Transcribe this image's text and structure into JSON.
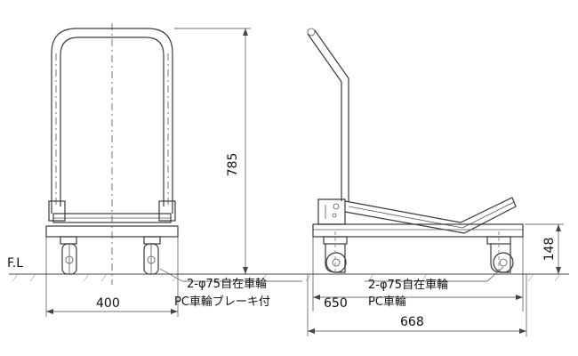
{
  "views": {
    "front": {
      "width_label": "400",
      "height_label": "785",
      "caster_note": "PC車輪ブレーキ付",
      "floor_label": "F.L"
    },
    "side": {
      "length_label": "668",
      "inner_length_label": "650",
      "deck_height_label": "148",
      "caster_spec_front": "2-φ75自在車輪",
      "caster_spec_rear": "2-φ75自在車輪",
      "wheel_note": "PC車輪"
    }
  }
}
